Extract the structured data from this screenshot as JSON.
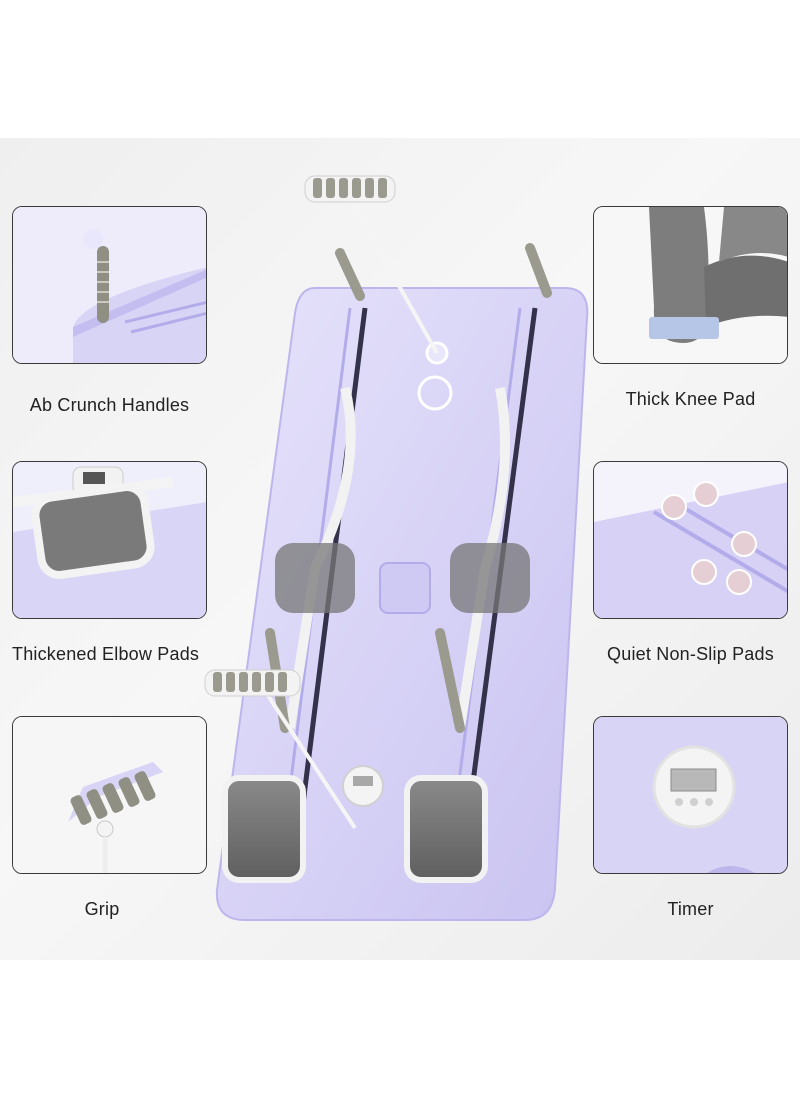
{
  "features": [
    {
      "id": "ab-crunch-handles",
      "label": "Ab Crunch Handles"
    },
    {
      "id": "thick-knee-pad",
      "label": "Thick Knee Pad"
    },
    {
      "id": "thickened-elbow-pads",
      "label": "Thickened Elbow Pads"
    },
    {
      "id": "quiet-non-slip-pads",
      "label": "Quiet Non-Slip Pads"
    },
    {
      "id": "grip",
      "label": "Grip"
    },
    {
      "id": "timer",
      "label": "Timer"
    }
  ],
  "colors": {
    "board": "#d8d4f5",
    "board_shadow": "#bfb9ec",
    "pad": "#6f6f6f",
    "grip": "#9a9a8e",
    "background": "#efefef"
  }
}
